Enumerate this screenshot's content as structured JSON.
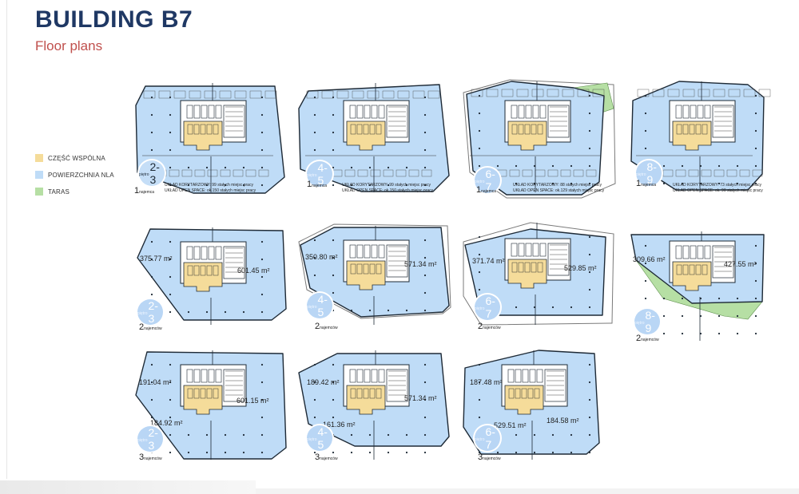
{
  "header": {
    "title": "BUILDING B7",
    "subtitle": "Floor plans"
  },
  "legend": [
    {
      "label": "CZĘŚĆ WSPÓLNA",
      "color": "#f5dc9a"
    },
    {
      "label": "POWIERZCHNIA NLA",
      "color": "#bfdcf7"
    },
    {
      "label": "TARAS",
      "color": "#b6dfa4"
    }
  ],
  "rows": [
    {
      "tenants_label": "najemca",
      "plans": [
        {
          "floors": "2-3",
          "floor_prefix": "piętro",
          "tenant_count": "1",
          "notes": []
        },
        {
          "floors": "4-5",
          "floor_prefix": "piętro",
          "tenant_count": "1",
          "notes": [
            "UKŁAD KORYTARZOWY: 99 stałych miejsc pracy",
            "UKŁAD OPEN SPACE: ok.150 stałych miejsc pracy"
          ]
        },
        {
          "floors": "6-7",
          "floor_prefix": "piętro",
          "tenant_count": "1",
          "notes": [
            "UKŁAD KORYTARZOWY: 99 stałych miejsc pracy",
            "UKŁAD OPEN SPACE: ok.150 stałych miejsc pracy"
          ]
        },
        {
          "floors": "8-9",
          "floor_prefix": "piętro",
          "tenant_count": "1",
          "notes": [
            "UKŁAD KORYTARZOWY: 88 stałych miejsc pracy",
            "UKŁAD OPEN SPACE: ok.129 stałych miejsc pracy"
          ]
        }
      ],
      "extra_notes": [
        "UKŁAD KORYTARZOWY: 73 stałych miejsc pracy",
        "UKŁAD OPEN SPACE: ok. 90 stałych miejsc pracy"
      ]
    },
    {
      "tenants_label": "najemców",
      "plans": [
        {
          "floors": "2-3",
          "floor_prefix": "piętro",
          "tenant_count": "2",
          "areas": [
            "375.77 m²",
            "601.45 m²"
          ]
        },
        {
          "floors": "4-5",
          "floor_prefix": "piętro",
          "tenant_count": "2",
          "areas": [
            "350.80 m²",
            "571.34 m²"
          ]
        },
        {
          "floors": "6-7",
          "floor_prefix": "piętro",
          "tenant_count": "2",
          "areas": [
            "371.74 m²",
            "529.85 m²"
          ]
        },
        {
          "floors": "8-9",
          "floor_prefix": "piętro",
          "tenant_count": "2",
          "areas": [
            "309.66 m²",
            "427.55 m²"
          ]
        }
      ]
    },
    {
      "tenants_label": "najemców",
      "plans": [
        {
          "floors": "2-3",
          "floor_prefix": "piętro",
          "tenant_count": "3",
          "areas": [
            "191.04 m²",
            "601.15 m²",
            "184.92 m²"
          ]
        },
        {
          "floors": "4-5",
          "floor_prefix": "piętro",
          "tenant_count": "3",
          "areas": [
            "189.42 m²",
            "571.34 m²",
            "161.36 m²"
          ]
        },
        {
          "floors": "6-7",
          "floor_prefix": "piętro",
          "tenant_count": "3",
          "areas": [
            "187.48 m²",
            "529.51 m²",
            "184.58 m²"
          ]
        }
      ]
    }
  ],
  "colors": {
    "nla": "#bfdcf7",
    "common": "#f5dc9a",
    "terrace": "#b6dfa4",
    "title": "#1f3864",
    "subtitle": "#c0504d",
    "outline": "#1e2a36"
  }
}
